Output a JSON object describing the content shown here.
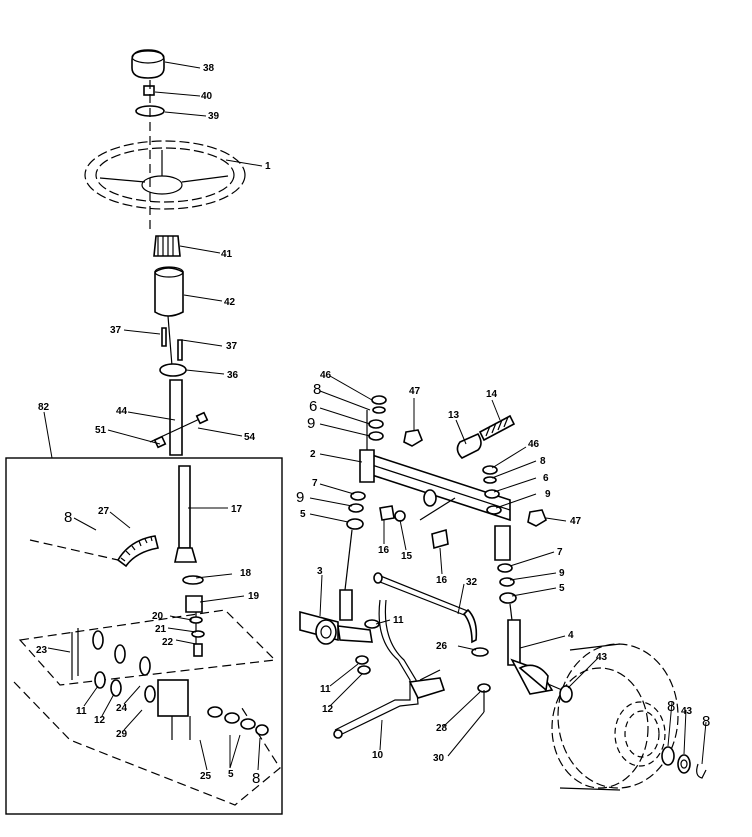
{
  "labels": {
    "p38": "38",
    "p40": "40",
    "p39": "39",
    "p1": "1",
    "p41": "41",
    "p42": "42",
    "p37a": "37",
    "p37b": "37",
    "p36": "36",
    "p82": "82",
    "p44": "44",
    "p51": "51",
    "p54": "54",
    "p17": "17",
    "p27": "27",
    "p8a": "8",
    "p18": "18",
    "p19": "19",
    "p20": "20",
    "p21": "21",
    "p22": "22",
    "p23": "23",
    "p11a": "11",
    "p12a": "12",
    "p24": "24",
    "p29": "29",
    "p25": "25",
    "p5a": "5",
    "p8b": "8",
    "p46a": "46",
    "p8c": "8",
    "p6a": "6",
    "p9a": "9",
    "p47a": "47",
    "p14": "14",
    "p13": "13",
    "p2": "2",
    "p7a": "7",
    "p9b": "9",
    "p5b": "5",
    "p16a": "16",
    "p15": "15",
    "p16b": "16",
    "p46b": "46",
    "p8d": "8",
    "p6b": "6",
    "p9c": "9",
    "p47b": "47",
    "p7b": "7",
    "p9d": "9",
    "p5c": "5",
    "p3": "3",
    "p32": "32",
    "p11b": "11",
    "p26": "26",
    "p4": "4",
    "p43a": "43",
    "p11c": "11",
    "p12b": "12",
    "p28": "28",
    "p10": "10",
    "p30": "30",
    "p8e": "8",
    "p43b": "43",
    "p8f": "8"
  }
}
